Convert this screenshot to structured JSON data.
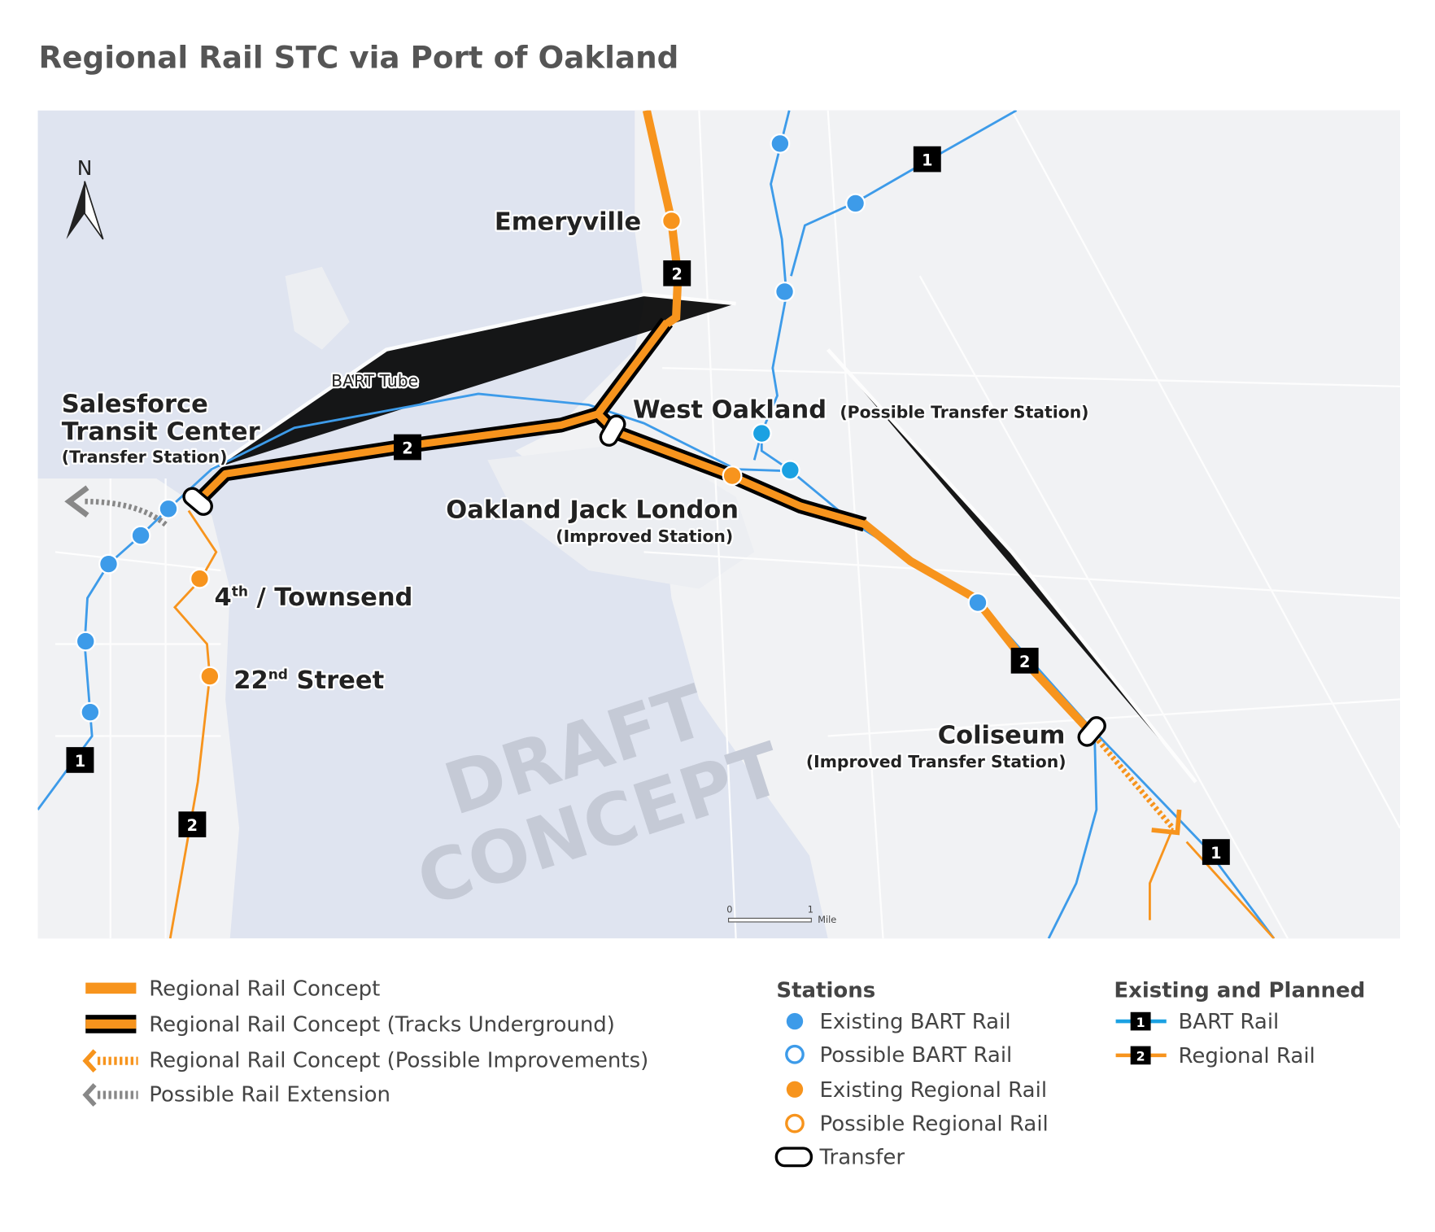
{
  "title": "Regional Rail STC via Port of Oakland",
  "colors": {
    "regional": "#f7941d",
    "bart": "#3d9be9",
    "bart_line": "#1ba1e2",
    "water": "#dfe4f0",
    "land": "#f1f2f4",
    "extension": "#888888"
  },
  "map": {
    "north_label": "N",
    "watermark": [
      "DRAFT",
      "CONCEPT"
    ],
    "bart_tube_label": "BART Tube",
    "scale": {
      "zero": "0",
      "one": "1",
      "unit": "Mile"
    },
    "stations": {
      "salesforce": {
        "name1": "Salesforce",
        "name2": "Transit Center",
        "note": "(Transfer Station)"
      },
      "emeryville": {
        "name": "Emeryville"
      },
      "west_oakland": {
        "name": "West Oakland",
        "note": "(Possible Transfer Station)"
      },
      "jack_london": {
        "name": "Oakland Jack London",
        "note": "(Improved Station)"
      },
      "townsend": {
        "pre": "4",
        "sup": "th",
        "post": " / Townsend"
      },
      "street22": {
        "pre": "22",
        "sup": "nd",
        "post": " Street"
      },
      "coliseum": {
        "name": "Coliseum",
        "note": "(Improved Transfer Station)"
      }
    },
    "shield_bart": "1",
    "shield_regional": "2"
  },
  "legend": {
    "lines": [
      "Regional Rail Concept",
      "Regional Rail Concept (Tracks Underground)",
      "Regional Rail Concept (Possible Improvements)",
      "Possible Rail Extension"
    ],
    "stations_heading": "Stations",
    "stations": [
      "Existing BART Rail",
      "Possible BART Rail",
      "Existing Regional Rail",
      "Possible Regional Rail",
      "Transfer"
    ],
    "existing_heading": "Existing and Planned",
    "existing": [
      {
        "num": "1",
        "label": "BART Rail"
      },
      {
        "num": "2",
        "label": "Regional Rail"
      }
    ]
  }
}
